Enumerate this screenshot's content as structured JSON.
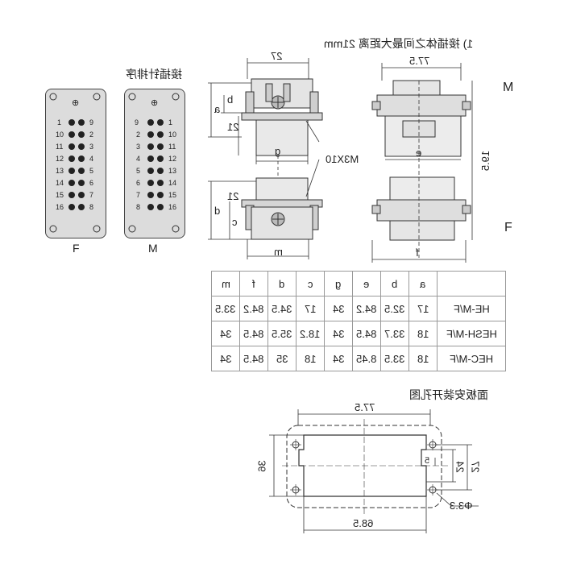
{
  "headings": {
    "pin_arrangement": "接插针排序",
    "distance_note": "1) 接插体之间最大距离 21mm",
    "panel_cutout": "面板安装开孔图"
  },
  "inserts": {
    "label_F": "F",
    "label_M": "M",
    "ground_symbol": "⊕",
    "F_rows": [
      [
        "1",
        "9"
      ],
      [
        "10",
        "2"
      ],
      [
        "11",
        "3"
      ],
      [
        "12",
        "4"
      ],
      [
        "13",
        "5"
      ],
      [
        "14",
        "6"
      ],
      [
        "15",
        "7"
      ],
      [
        "16",
        "8"
      ]
    ],
    "M_rows": [
      [
        "9",
        "1"
      ],
      [
        "2",
        "10"
      ],
      [
        "3",
        "11"
      ],
      [
        "4",
        "12"
      ],
      [
        "5",
        "13"
      ],
      [
        "6",
        "14"
      ],
      [
        "7",
        "15"
      ],
      [
        "8",
        "16"
      ]
    ]
  },
  "side_views": {
    "top_width": "27",
    "label_a": "a",
    "label_b": "b",
    "label_21": "21",
    "label_g": "g",
    "label_c": "c",
    "label_d": "d",
    "label_m": "m",
    "screw_label": "M3X10"
  },
  "front_views": {
    "top_width": "77.5",
    "label_e": "e",
    "label_f": "f",
    "label_F": "F",
    "label_M": "M",
    "height_label": "19.5"
  },
  "table": {
    "headers": [
      "m",
      "f",
      "d",
      "c",
      "g",
      "e",
      "b",
      "a",
      ""
    ],
    "rows": [
      [
        "33.5",
        "84.2",
        "34.5",
        "17",
        "34",
        "84.2",
        "32.5",
        "17",
        "HE-M/F"
      ],
      [
        "34",
        "84.5",
        "35.5",
        "18.2",
        "34",
        "84.5",
        "33.7",
        "18",
        "HESH-M/F"
      ],
      [
        "34",
        "84.5",
        "35",
        "18",
        "34",
        "8.45",
        "33.5",
        "18",
        "HEC-M/F"
      ]
    ]
  },
  "cutout": {
    "width_top": "77.5",
    "width_bottom": "68.5",
    "height_left": "36",
    "dim_27": "27",
    "dim_24": "24",
    "dim_5": "5",
    "hole": "Φ3.3"
  }
}
